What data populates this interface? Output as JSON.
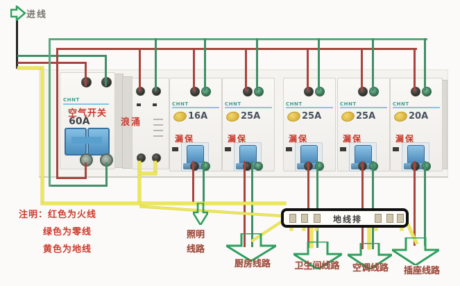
{
  "header": {
    "inlet_label": "进线"
  },
  "colors": {
    "live_wire": "#a8433d",
    "neutral_wire": "#3f8f68",
    "ground_wire": "#ece65e",
    "incoming_wire": "#222222",
    "breaker_label_red": "#c8382c",
    "arrow_green": "#2f9e5e"
  },
  "devices": [
    {
      "id": "main-air-switch",
      "brand": "CHNT",
      "title": "空气开关",
      "rating": "60A"
    },
    {
      "id": "surge-protector",
      "label": "浪涌"
    },
    {
      "id": "rcbo-lighting",
      "brand": "CHNT",
      "rating": "16A",
      "label": "漏保"
    },
    {
      "id": "rcbo-kitchen",
      "brand": "CHNT",
      "rating": "25A",
      "label": "漏保"
    },
    {
      "id": "rcbo-bathroom",
      "brand": "CHNT",
      "rating": "25A",
      "label": "漏保"
    },
    {
      "id": "rcbo-ac",
      "brand": "CHNT",
      "rating": "25A",
      "label": "漏保"
    },
    {
      "id": "rcbo-socket",
      "brand": "CHNT",
      "rating": "20A",
      "label": "漏保"
    }
  ],
  "ground_bus": {
    "label": "地线排"
  },
  "legend": {
    "lines": [
      "注明：红色为火线",
      "绿色为零线",
      "黄色为地线"
    ]
  },
  "circuits": [
    {
      "label": "照明\n线路"
    },
    {
      "label": "厨房线路"
    },
    {
      "label": "卫生间线路"
    },
    {
      "label": "空调线路"
    },
    {
      "label": "插座线路"
    }
  ]
}
